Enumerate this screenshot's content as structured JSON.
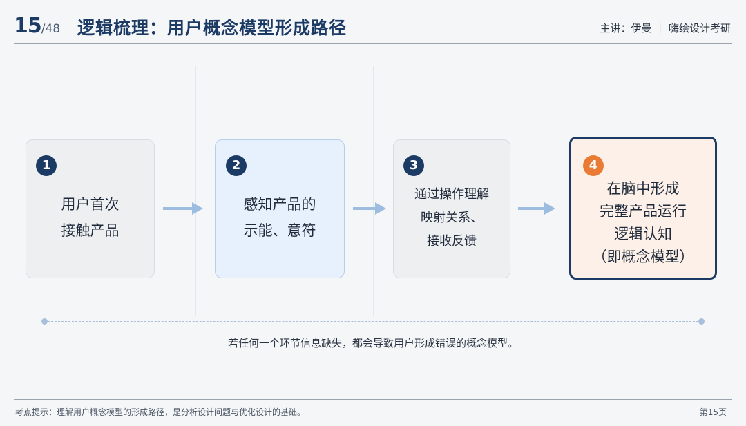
{
  "header": {
    "page_current": "15",
    "page_total": "/48",
    "title": "逻辑梳理：用户概念模型形成路径",
    "speaker": "主讲：伊曼 ｜ 嗨绘设计考研"
  },
  "steps": [
    {
      "number": "1",
      "lines": [
        "用户首次",
        "接触产品"
      ]
    },
    {
      "number": "2",
      "lines": [
        "感知产品的",
        "示能、意符"
      ]
    },
    {
      "number": "3",
      "lines": [
        "通过操作理解",
        "映射关系、",
        "接收反馈"
      ]
    },
    {
      "number": "4",
      "lines": [
        "在脑中形成",
        "完整产品运行",
        "逻辑认知",
        "（即概念模型）"
      ]
    }
  ],
  "summary": "若任何一个环节信息缺失，都会导致用户形成错误的概念模型。",
  "footer": {
    "hint": "考点提示：理解用户概念模型的形成路径，是分析设计问题与优化设计的基础。",
    "page_label": "第15页"
  },
  "colors": {
    "primary": "#1b3a64",
    "accent": "#e97b34",
    "arrow": "#9dbde0"
  }
}
